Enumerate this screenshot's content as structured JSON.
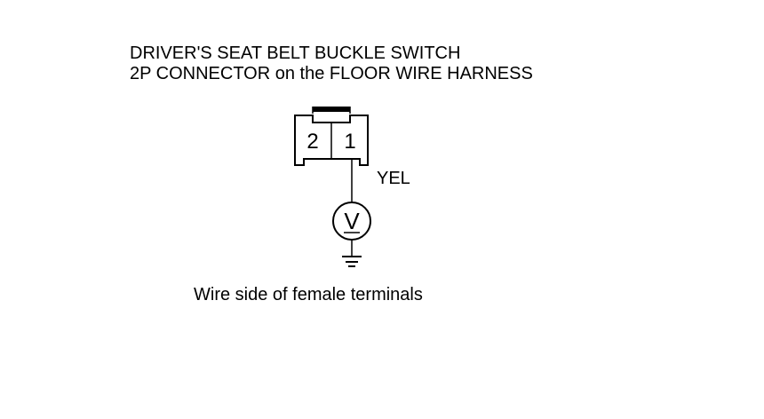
{
  "title": {
    "line1": "DRIVER'S SEAT BELT BUCKLE SWITCH",
    "line2": "2P CONNECTOR on the FLOOR WIRE HARNESS"
  },
  "connector": {
    "terminals": [
      {
        "label": "2",
        "connected": false
      },
      {
        "label": "1",
        "connected": true
      }
    ]
  },
  "wire": {
    "color_label": "YEL"
  },
  "meter": {
    "symbol": "V",
    "icon": "voltmeter-icon"
  },
  "ground": {
    "icon": "ground-icon"
  },
  "caption": "Wire side of female terminals",
  "colors": {
    "line": "#000000",
    "background": "#ffffff"
  }
}
